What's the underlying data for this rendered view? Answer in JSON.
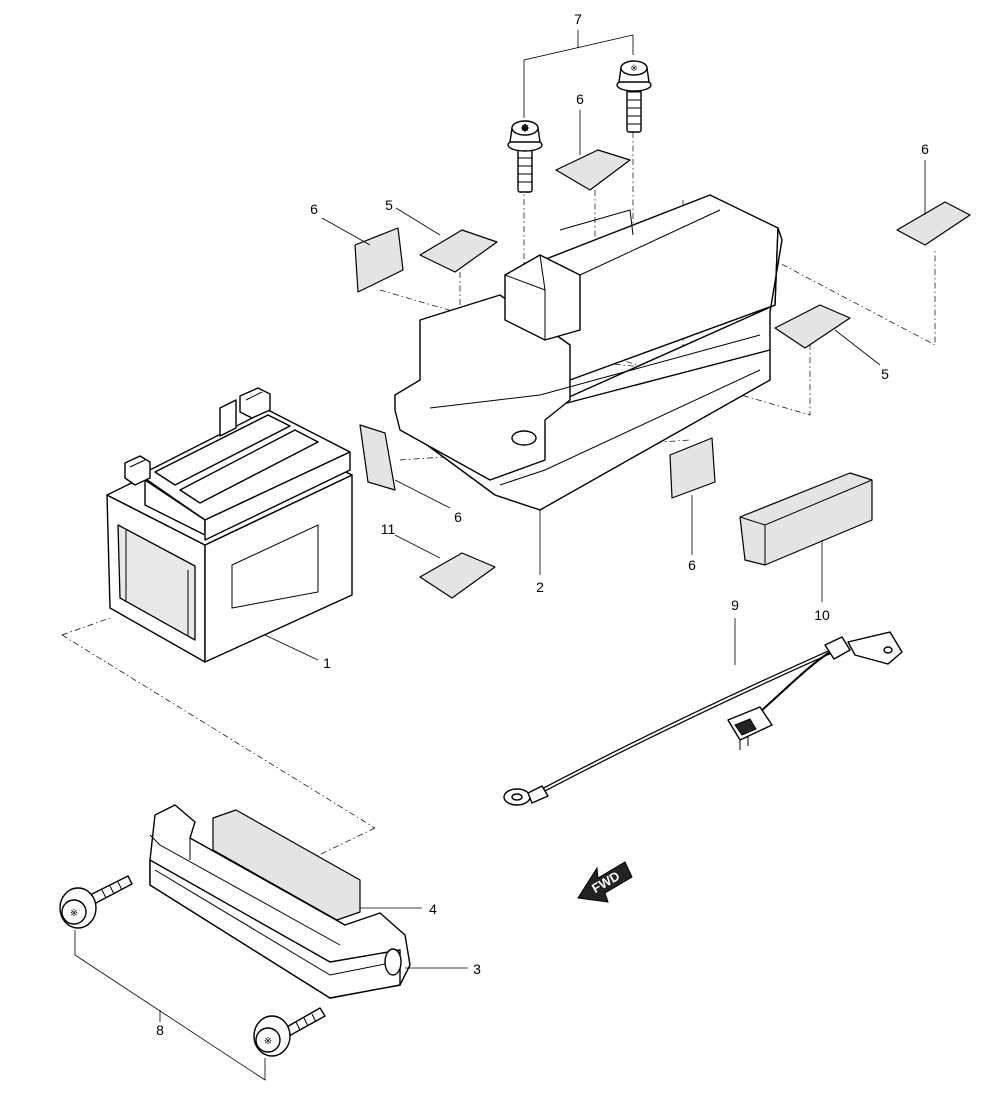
{
  "callouts": {
    "c1": "1",
    "c2": "2",
    "c3": "3",
    "c4": "4",
    "c5a": "5",
    "c5b": "5",
    "c6a": "6",
    "c6b": "6",
    "c6c": "6",
    "c6d": "6",
    "c6e": "6",
    "c7": "7",
    "c8": "8",
    "c9": "9",
    "c10": "10",
    "c11": "11"
  },
  "direction_indicator": {
    "label": "FWD",
    "icon": "arrow-left-icon"
  },
  "colors": {
    "line": "#000000",
    "pad_fill": "#e4e4e4",
    "background": "#ffffff"
  }
}
